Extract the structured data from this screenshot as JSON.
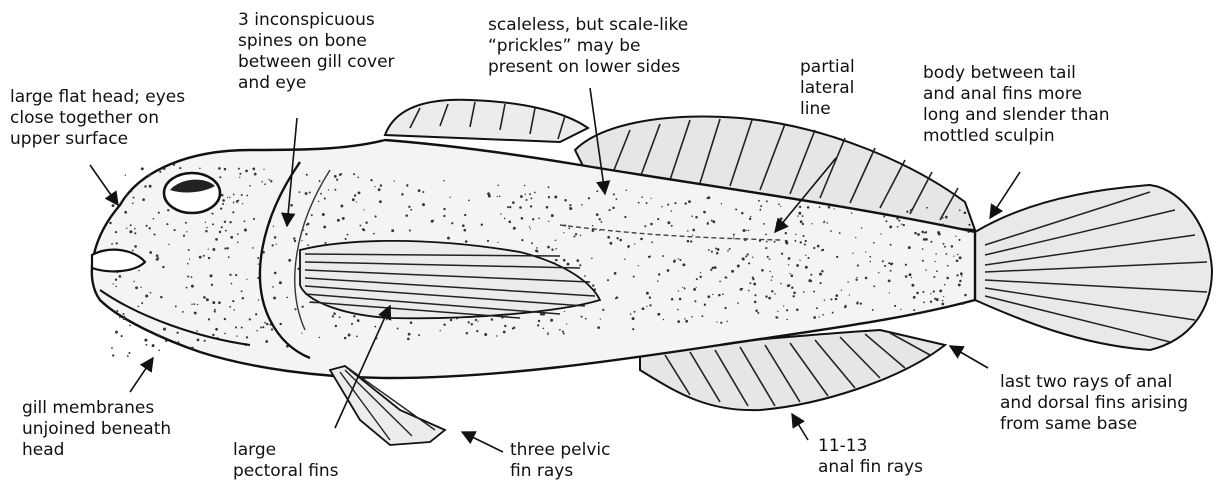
{
  "labels": {
    "head": "large flat head; eyes\nclose together on\nupper surface",
    "spines": "3 inconspicuous\nspines on bone\nbetween gill cover\nand eye",
    "scaleless": "scaleless, but scale-like\n“prickles” may be\npresent on lower sides",
    "lateral_line": "partial\nlateral\nline",
    "body": "body between tail\nand anal fins more\nlong and slender than\nmottled sculpin",
    "gill_membranes": "gill membranes\nunjoined beneath\nhead",
    "pectoral": "large\npectoral fins",
    "pelvic": "three pelvic\nfin rays",
    "anal_rays": "11-13\nanal fin rays",
    "last_rays": "last two rays of anal\nand dorsal fins arising\nfrom same base"
  },
  "colors": {
    "ink": "#111111",
    "fill": "#f4f4f4"
  }
}
